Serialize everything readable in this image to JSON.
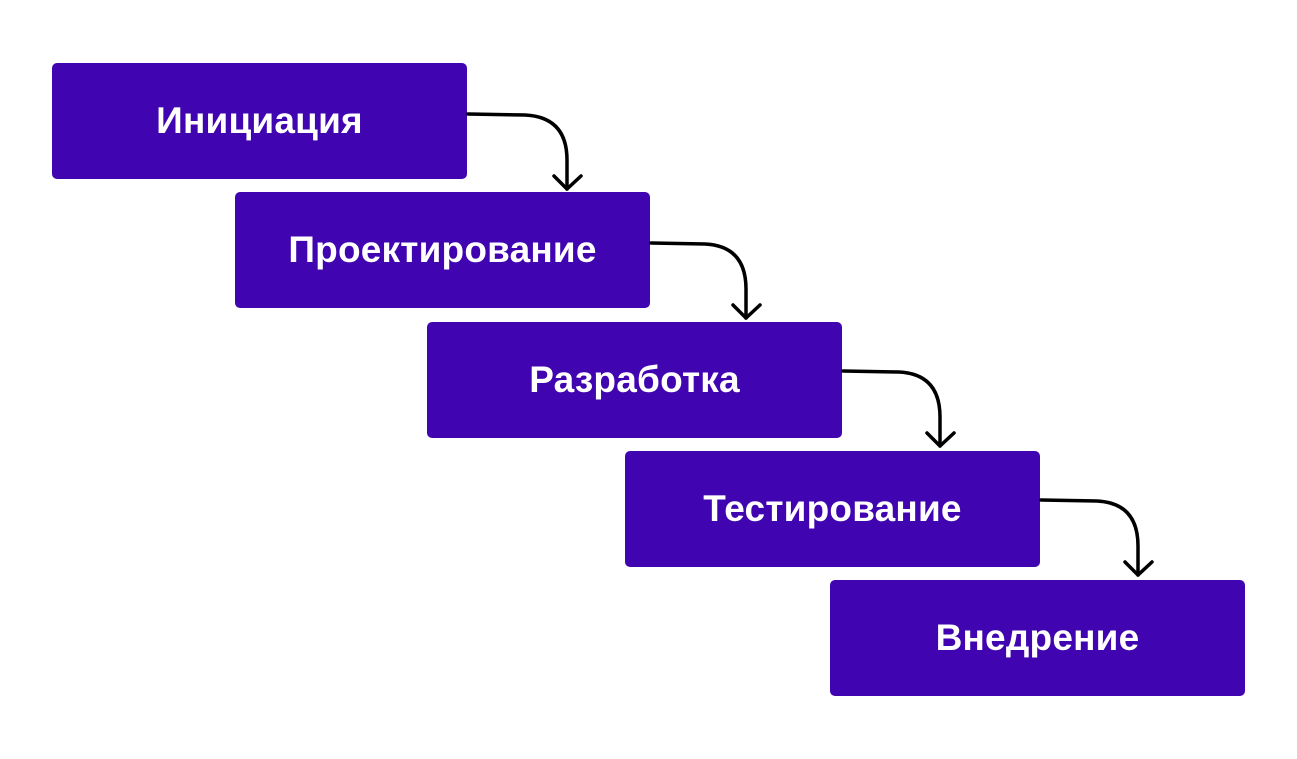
{
  "stages": [
    {
      "label": "Инициация"
    },
    {
      "label": "Проектирование"
    },
    {
      "label": "Разработка"
    },
    {
      "label": "Тестирование"
    },
    {
      "label": "Внедрение"
    }
  ],
  "colors": {
    "box": "#4005B0",
    "text": "#FFFFFF",
    "arrow": "#000000"
  }
}
